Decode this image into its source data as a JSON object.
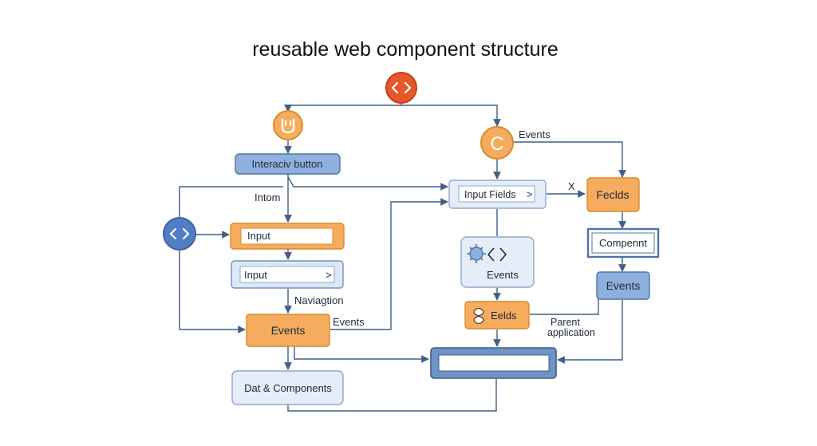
{
  "title": "reusable web component structure",
  "colors": {
    "line": "#3f5f87",
    "blue_fill": "#8fb0dd",
    "blue_stroke": "#4f74a8",
    "light_fill": "#e4edf8",
    "light_stroke": "#8fa9cc",
    "orange_fill": "#f6ac5e",
    "orange_stroke": "#d98a2f",
    "red_fill": "#e6572c",
    "red_stroke": "#c53f1a"
  },
  "nodes": {
    "interactive_button": "Interaciv button",
    "input_orange": "Input",
    "input_blue": "Input",
    "input_blue_chevron": ">",
    "events_left": "Events",
    "data_components": "Dat & Components",
    "input_fields": "Input Fields",
    "input_fields_chevron": ">",
    "events_center": "Events",
    "fields_center": "Eelds",
    "fields_right": "Feclds",
    "component": "Compennt",
    "events_right": "Events"
  },
  "labels": {
    "intom": "Intom",
    "naviagtion": "Naviagtion",
    "events_left_out": "Events",
    "events_top": "Events",
    "x": "X",
    "parent_line1": "Parent",
    "parent_line2": "application"
  },
  "icons": {
    "top_code": "code-brackets-icon",
    "left_code": "code-brackets-icon",
    "plug": "plug-icon",
    "c_letter": "C",
    "gear": "gear-icon",
    "center_code": "code-brackets-icon",
    "puzzle": "puzzle-icon"
  }
}
